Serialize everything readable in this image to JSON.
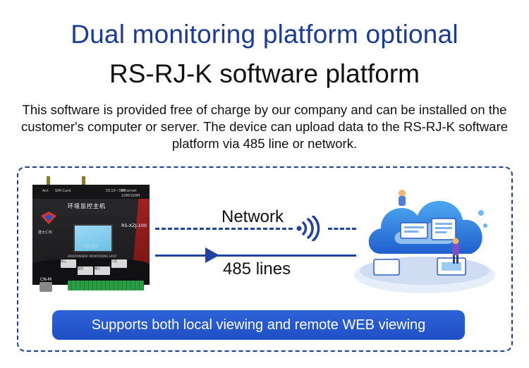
{
  "header": {
    "title": "Dual monitoring platform optional",
    "subtitle": "RS-RJ-K software platform",
    "description": "This software is provided free of charge by our company and can be installed on the customer's computer or server. The device can upload data to the RS-RJ-K software platform via 485 line or network."
  },
  "device": {
    "top_labels": [
      "Ant",
      "SIM Card",
      "DC10~30V",
      "Ethernet",
      "10M/100M"
    ],
    "title": "环境监控主机",
    "model": "RS-XZJ-100",
    "brand": "建大仁科",
    "panel_label": "ENVIRONMENT MONITORING HOST",
    "watermark": "renke",
    "buttons": [
      "停止",
      "返回",
      "确认",
      "下页"
    ],
    "connector_label": "CN-M"
  },
  "links": {
    "network_label": "Network",
    "rs485_label": "485 lines"
  },
  "banner": {
    "text": "Supports both local viewing and remote WEB viewing"
  },
  "colors": {
    "title": "#1a3a9c",
    "line": "#2142a0",
    "banner": "#2356cc",
    "frame": "#1f3d8f"
  }
}
